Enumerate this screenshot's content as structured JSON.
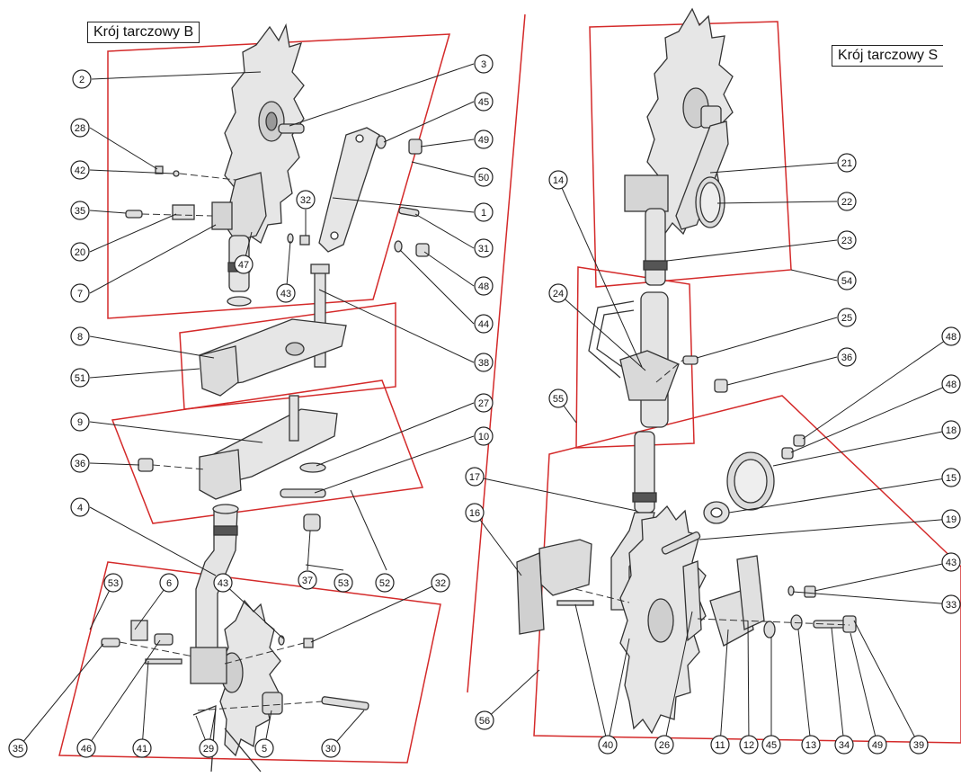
{
  "titles": {
    "left": "Krój tarczowy B",
    "right": "Krój tarczowy S"
  },
  "colors": {
    "frame": "#d42a2a",
    "part_fill": "#e6e6e6",
    "part_stroke": "#333333",
    "leader": "#222222",
    "label_bg": "#ffffff"
  },
  "callouts": {
    "c2": "2",
    "c3": "3",
    "c45a": "45",
    "c49a": "49",
    "c50": "50",
    "c28": "28",
    "c42": "42",
    "c1": "1",
    "c32a": "32",
    "c35a": "35",
    "c31": "31",
    "c20": "20",
    "c48a": "48",
    "c47": "47",
    "c7": "7",
    "c43a": "43",
    "c44": "44",
    "c38": "38",
    "c8": "8",
    "c51": "51",
    "c9": "9",
    "c27": "27",
    "c36a": "36",
    "c10": "10",
    "c4": "4",
    "c37": "37",
    "c53a": "53",
    "c52": "52",
    "c53b": "53",
    "c6": "6",
    "c43b": "43",
    "c32b": "32",
    "c35b": "35",
    "c46": "46",
    "c41": "41",
    "c29": "29",
    "c5": "5",
    "c30": "30",
    "c21": "21",
    "c22": "22",
    "c23": "23",
    "c54": "54",
    "c14": "14",
    "c24": "24",
    "c25": "25",
    "c36b": "36",
    "c55": "55",
    "c48b": "48",
    "c48c": "48",
    "c18": "18",
    "c17": "17",
    "c15": "15",
    "c16": "16",
    "c19": "19",
    "c43c": "43",
    "c33": "33",
    "c56": "56",
    "c40": "40",
    "c26": "26",
    "c11": "11",
    "c12": "12",
    "c45b": "45",
    "c13": "13",
    "c34": "34",
    "c49b": "49",
    "c39": "39"
  }
}
